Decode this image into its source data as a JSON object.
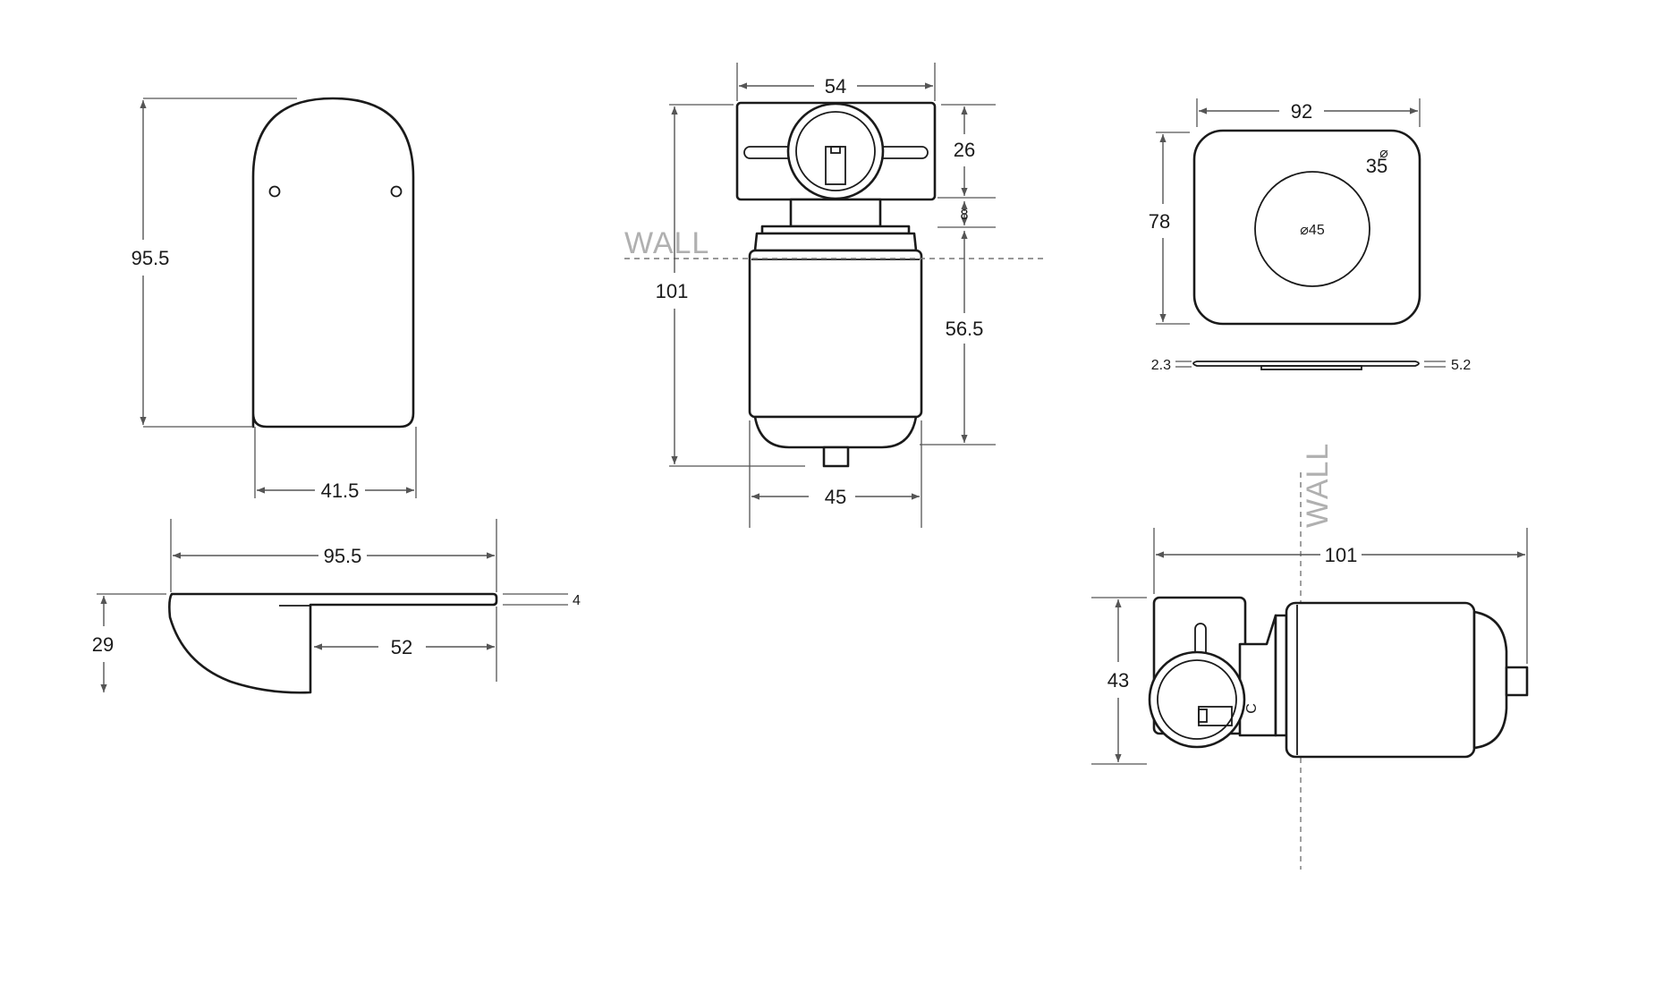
{
  "dimensions": {
    "front_height": "95.5",
    "front_width": "41.5",
    "side_length": "95.5",
    "side_height": "29",
    "side_depth": "52",
    "side_thickness": "4",
    "valve_width": "54",
    "valve_total_height": "101",
    "valve_top": "26",
    "valve_gap": "8",
    "valve_body_height": "56.5",
    "valve_body_width": "45",
    "plate_width": "92",
    "plate_height": "78",
    "plate_hole": "⌀45",
    "plate_corner": "35",
    "plate_corner_symbol": "⌀",
    "plate_thickness_left": "2.3",
    "plate_thickness_right": "5.2",
    "plan_length": "101",
    "plan_height": "43",
    "plan_mark": "C"
  },
  "labels": {
    "wall_top": "WALL",
    "wall_plan": "WALL"
  }
}
